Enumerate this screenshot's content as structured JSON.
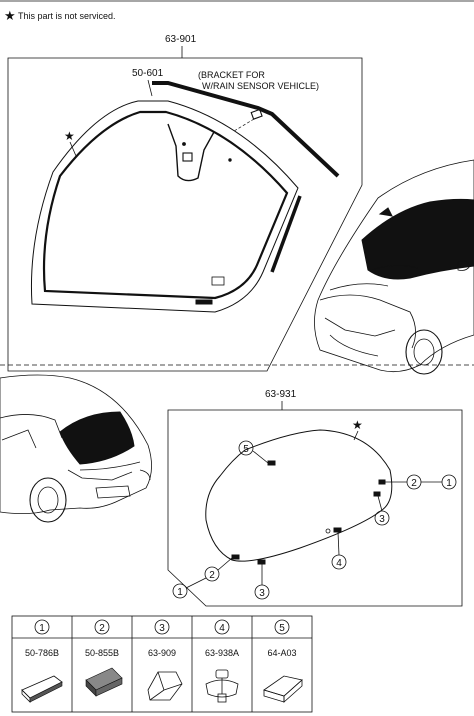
{
  "note": {
    "star": "★",
    "text": "This part is not serviced."
  },
  "windshield": {
    "assembly_no": "63-901",
    "molding_no": "50-601",
    "bracket_line1": "(BRACKET FOR",
    "bracket_line2": "W/RAIN SENSOR VEHICLE)",
    "star": "★"
  },
  "rear_glass": {
    "assembly_no": "63-931",
    "star": "★",
    "callouts": [
      "1",
      "2",
      "3",
      "4",
      "5"
    ]
  },
  "legend": {
    "items": [
      {
        "num": "1",
        "part": "50-786B"
      },
      {
        "num": "2",
        "part": "50-855B"
      },
      {
        "num": "3",
        "part": "63-909"
      },
      {
        "num": "4",
        "part": "63-938A"
      },
      {
        "num": "5",
        "part": "64-A03"
      }
    ]
  }
}
